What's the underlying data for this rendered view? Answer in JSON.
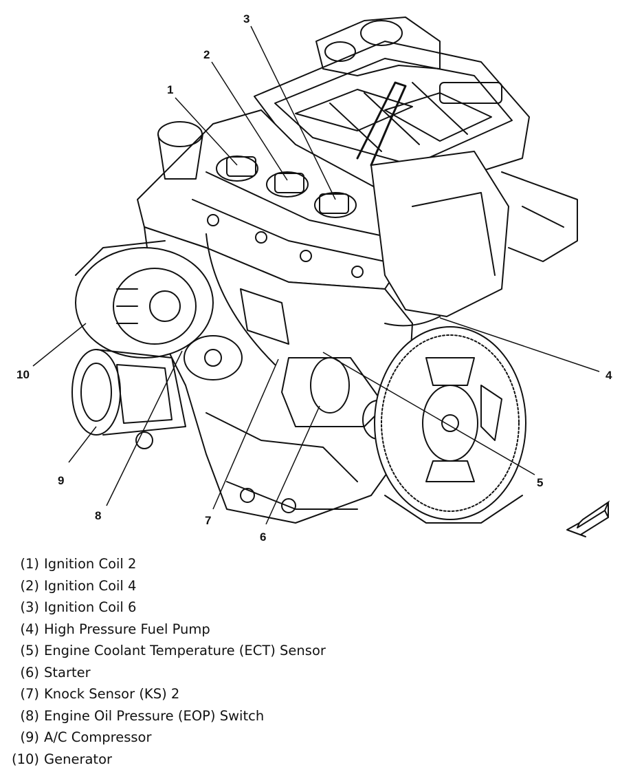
{
  "callouts": [
    {
      "id": "1",
      "label": "Ignition Coil 2"
    },
    {
      "id": "2",
      "label": "Ignition Coil 4"
    },
    {
      "id": "3",
      "label": "Ignition Coil 6"
    },
    {
      "id": "4",
      "label": "High Pressure Fuel Pump"
    },
    {
      "id": "5",
      "label": "Engine Coolant Temperature (ECT) Sensor"
    },
    {
      "id": "6",
      "label": "Starter"
    },
    {
      "id": "7",
      "label": "Knock Sensor (KS) 2"
    },
    {
      "id": "8",
      "label": "Engine Oil Pressure (EOP) Switch"
    },
    {
      "id": "9",
      "label": "A/C Compressor"
    },
    {
      "id": "10",
      "label": "Generator"
    }
  ],
  "legend": [
    {
      "num": "(1)",
      "text": "Ignition Coil 2"
    },
    {
      "num": "(2)",
      "text": "Ignition Coil 4"
    },
    {
      "num": "(3)",
      "text": "Ignition Coil 6"
    },
    {
      "num": "(4)",
      "text": "High Pressure Fuel Pump"
    },
    {
      "num": "(5)",
      "text": "Engine Coolant Temperature (ECT) Sensor"
    },
    {
      "num": "(6)",
      "text": "Starter"
    },
    {
      "num": "(7)",
      "text": "Knock Sensor (KS) 2"
    },
    {
      "num": "(8)",
      "text": "Engine Oil Pressure (EOP) Switch"
    },
    {
      "num": "(9)",
      "text": "A/C Compressor"
    },
    {
      "num": "(10)",
      "text": "Generator"
    }
  ],
  "colors": {
    "line": "#111111",
    "background": "#ffffff"
  },
  "icons": {
    "direction_arrow": "front-direction-arrow-icon"
  }
}
